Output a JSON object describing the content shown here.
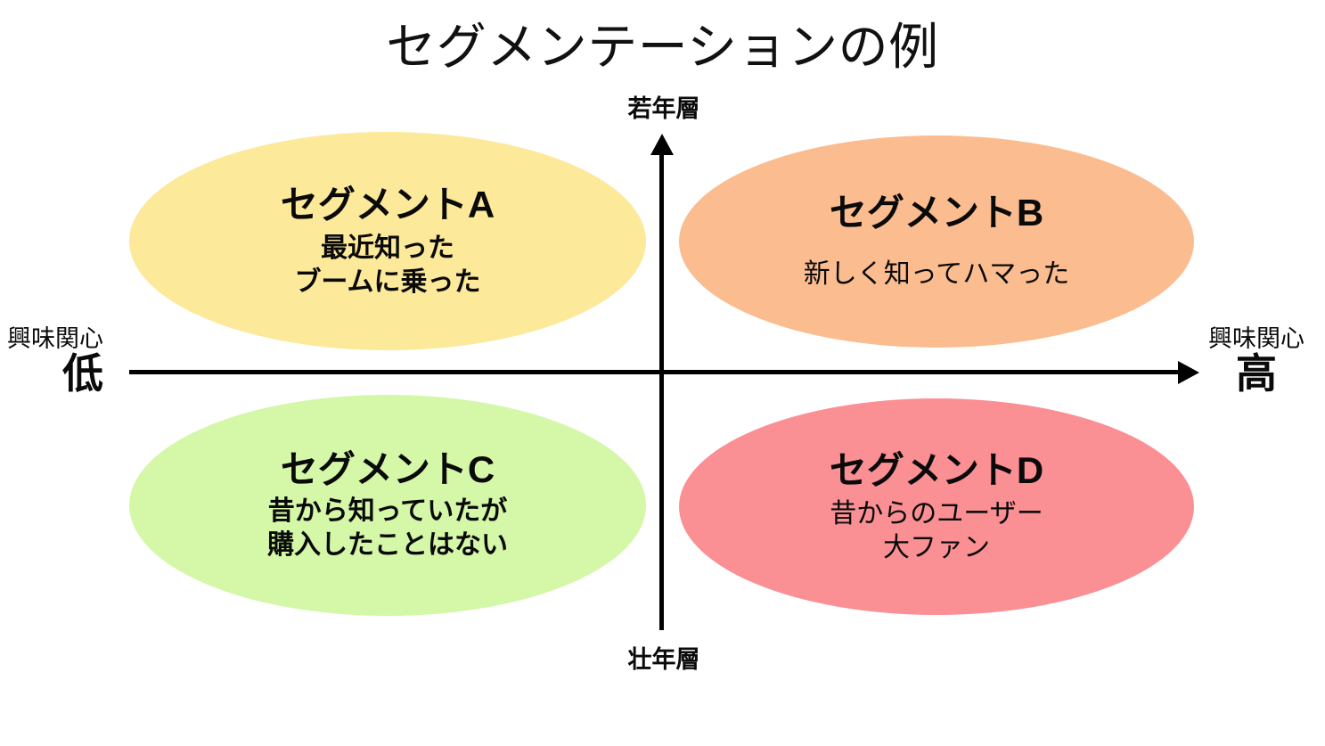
{
  "title": "セグメンテーションの例",
  "axes": {
    "vertical": {
      "top_label": "若年層",
      "bottom_label": "壮年層"
    },
    "horizontal": {
      "left_caption": "興味関心",
      "left_value": "低",
      "right_caption": "興味関心",
      "right_value": "高"
    }
  },
  "segments": [
    {
      "id": "a",
      "title": "セグメントA",
      "description": "最近知った\nブームに乗った",
      "color": "#FCE99A",
      "quadrant": "upper-left"
    },
    {
      "id": "b",
      "title": "セグメントB",
      "description": "新しく知ってハマった",
      "color": "#FBBC8F",
      "quadrant": "upper-right"
    },
    {
      "id": "c",
      "title": "セグメントC",
      "description": "昔から知っていたが\n購入したことはない",
      "color": "#D4F7A8",
      "quadrant": "lower-left"
    },
    {
      "id": "d",
      "title": "セグメントD",
      "description": "昔からのユーザー\n大ファン",
      "color": "#FA8F94",
      "quadrant": "lower-right"
    }
  ]
}
